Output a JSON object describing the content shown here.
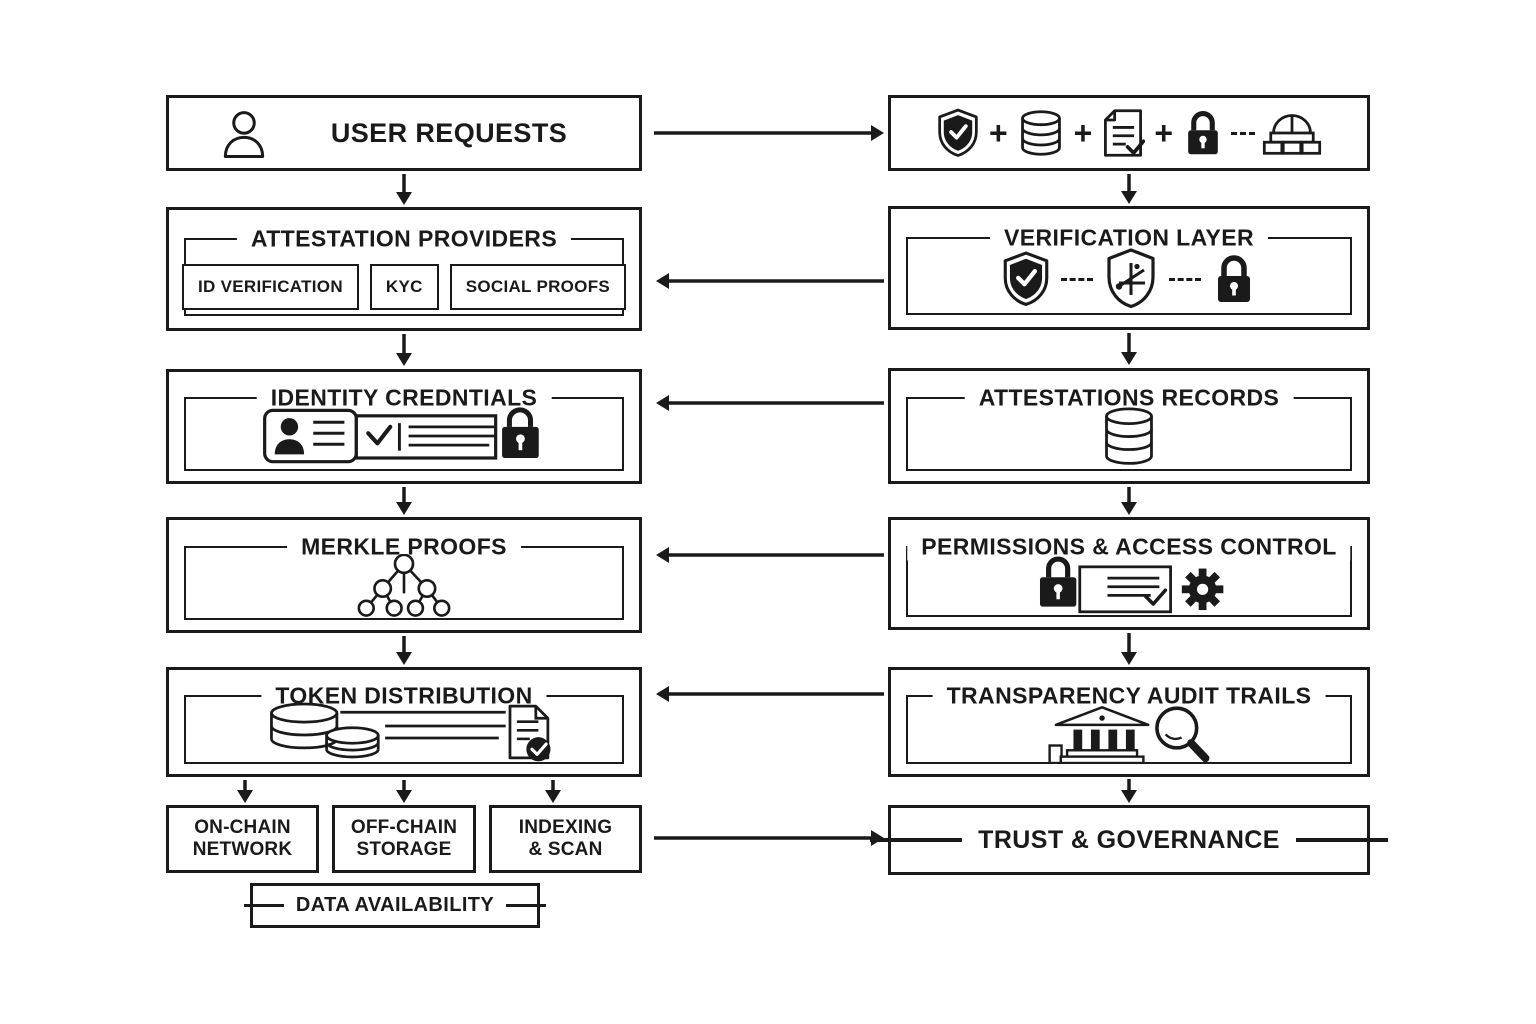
{
  "colors": {
    "ink": "#1a1a1a",
    "paper": "#ffffff"
  },
  "nodes": {
    "user_requests": {
      "label": "USER REQUESTS",
      "icon": "person"
    },
    "request_stack": {
      "icons": [
        "shield-check",
        "database",
        "document-check",
        "lock",
        "blockchain-dome"
      ],
      "plus": "+"
    },
    "attestation_providers": {
      "title": "ATTESTATION PROVIDERS",
      "items": [
        "ID VERIFICATION",
        "KYC",
        "SOCIAL PROOFS"
      ]
    },
    "verification_layer": {
      "title": "VERIFICATION LAYER",
      "icons": [
        "shield-check",
        "shield-network",
        "lock"
      ]
    },
    "identity_credentials": {
      "title": "IDENTITY CREDNTIALS",
      "icons": [
        "id-card",
        "verified-document",
        "lock"
      ]
    },
    "attestations_records": {
      "title": "ATTESTATIONS RECORDS",
      "icons": [
        "database"
      ]
    },
    "merkle_proofs": {
      "title": "MERKLE PROOFS",
      "icons": [
        "merkle-tree"
      ]
    },
    "permissions_access_control": {
      "title": "PERMISSIONS & ACCESS CONTROL",
      "icons": [
        "lock",
        "checklist-document",
        "gear"
      ]
    },
    "token_distribution": {
      "title": "TOKEN DISTRIBUTION",
      "icons": [
        "coin-stacks",
        "ledger-lines",
        "document-check-badge"
      ]
    },
    "transparency_audit_trails": {
      "title": "TRANSPARENCY AUDIT TRAILS",
      "icons": [
        "bank",
        "magnifier"
      ]
    },
    "on_chain_network": {
      "label": "ON-CHAIN NETWORK"
    },
    "off_chain_storage": {
      "label": "OFF-CHAIN STORAGE"
    },
    "indexing_scan": {
      "label": "INDEXING & SCAN"
    },
    "data_availability": {
      "label": "DATA AVAILABILITY"
    },
    "trust_governance": {
      "label": "TRUST & GOVERNANCE"
    }
  },
  "edges": [
    {
      "from": "user_requests",
      "to": "request_stack",
      "direction": "right"
    },
    {
      "from": "user_requests",
      "to": "attestation_providers",
      "direction": "down"
    },
    {
      "from": "request_stack",
      "to": "verification_layer",
      "direction": "down"
    },
    {
      "from": "verification_layer",
      "to": "attestation_providers",
      "direction": "left"
    },
    {
      "from": "attestation_providers",
      "to": "identity_credentials",
      "direction": "down"
    },
    {
      "from": "verification_layer",
      "to": "attestations_records",
      "direction": "down"
    },
    {
      "from": "attestations_records",
      "to": "identity_credentials",
      "direction": "left"
    },
    {
      "from": "identity_credentials",
      "to": "merkle_proofs",
      "direction": "down"
    },
    {
      "from": "attestations_records",
      "to": "permissions_access_control",
      "direction": "down"
    },
    {
      "from": "permissions_access_control",
      "to": "merkle_proofs",
      "direction": "left"
    },
    {
      "from": "merkle_proofs",
      "to": "token_distribution",
      "direction": "down"
    },
    {
      "from": "permissions_access_control",
      "to": "transparency_audit_trails",
      "direction": "down"
    },
    {
      "from": "transparency_audit_trails",
      "to": "token_distribution",
      "direction": "left"
    },
    {
      "from": "token_distribution",
      "to": "on_chain_network",
      "direction": "down"
    },
    {
      "from": "token_distribution",
      "to": "off_chain_storage",
      "direction": "down"
    },
    {
      "from": "token_distribution",
      "to": "indexing_scan",
      "direction": "down"
    },
    {
      "from": "transparency_audit_trails",
      "to": "trust_governance",
      "direction": "down"
    },
    {
      "from": "indexing_scan",
      "to": "trust_governance",
      "direction": "right"
    }
  ]
}
